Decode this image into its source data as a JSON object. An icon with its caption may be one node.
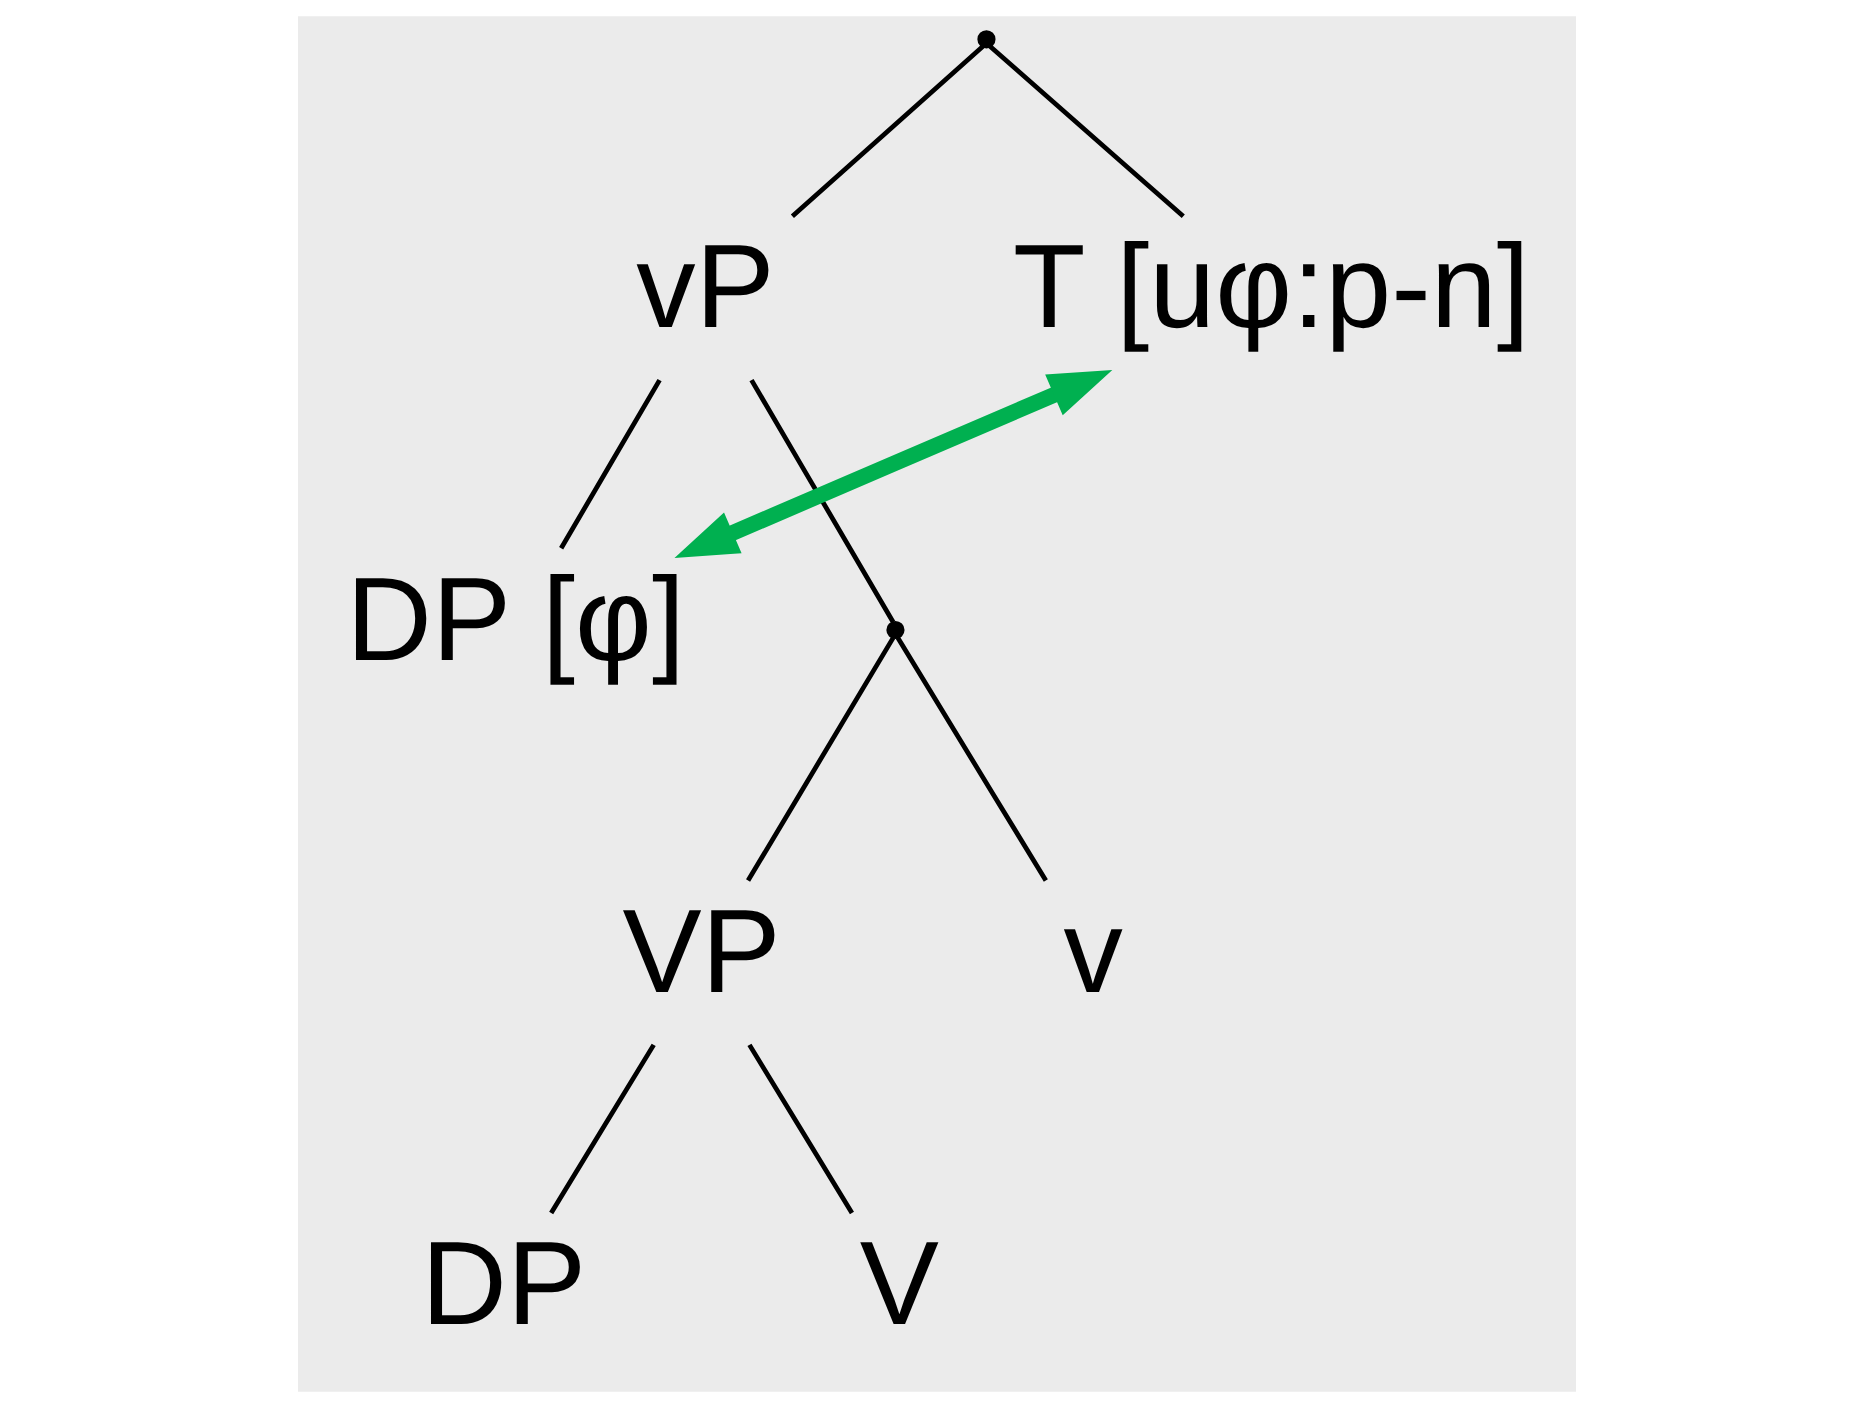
{
  "diagram": {
    "nodes": [
      {
        "text": [],
        "shape": "point"
      },
      {
        "text": [
          "vP"
        ]
      },
      {
        "text": [
          "T [uφ:p-n]"
        ]
      },
      {
        "text": [
          "DP [φ]"
        ]
      },
      {
        "text": [],
        "shape": "point"
      },
      {
        "text": [
          "VP"
        ]
      },
      {
        "text": [
          "v"
        ]
      },
      {
        "text": [
          "DP"
        ]
      },
      {
        "text": [
          "V"
        ]
      }
    ],
    "edges": [
      {
        "from": 0,
        "to": 1,
        "arrow": "none"
      },
      {
        "from": 0,
        "to": 2,
        "arrow": "none"
      },
      {
        "from": 1,
        "to": 3,
        "arrow": "none"
      },
      {
        "from": 1,
        "to": 4,
        "arrow": "none"
      },
      {
        "from": 4,
        "to": 5,
        "arrow": "none"
      },
      {
        "from": 4,
        "to": 6,
        "arrow": "none"
      },
      {
        "from": 5,
        "to": 7,
        "arrow": "none"
      },
      {
        "from": 5,
        "to": 8,
        "arrow": "none"
      },
      {
        "from": 2,
        "to": 3,
        "arrow": "both",
        "style": "thick",
        "color": "#00b050"
      }
    ]
  }
}
